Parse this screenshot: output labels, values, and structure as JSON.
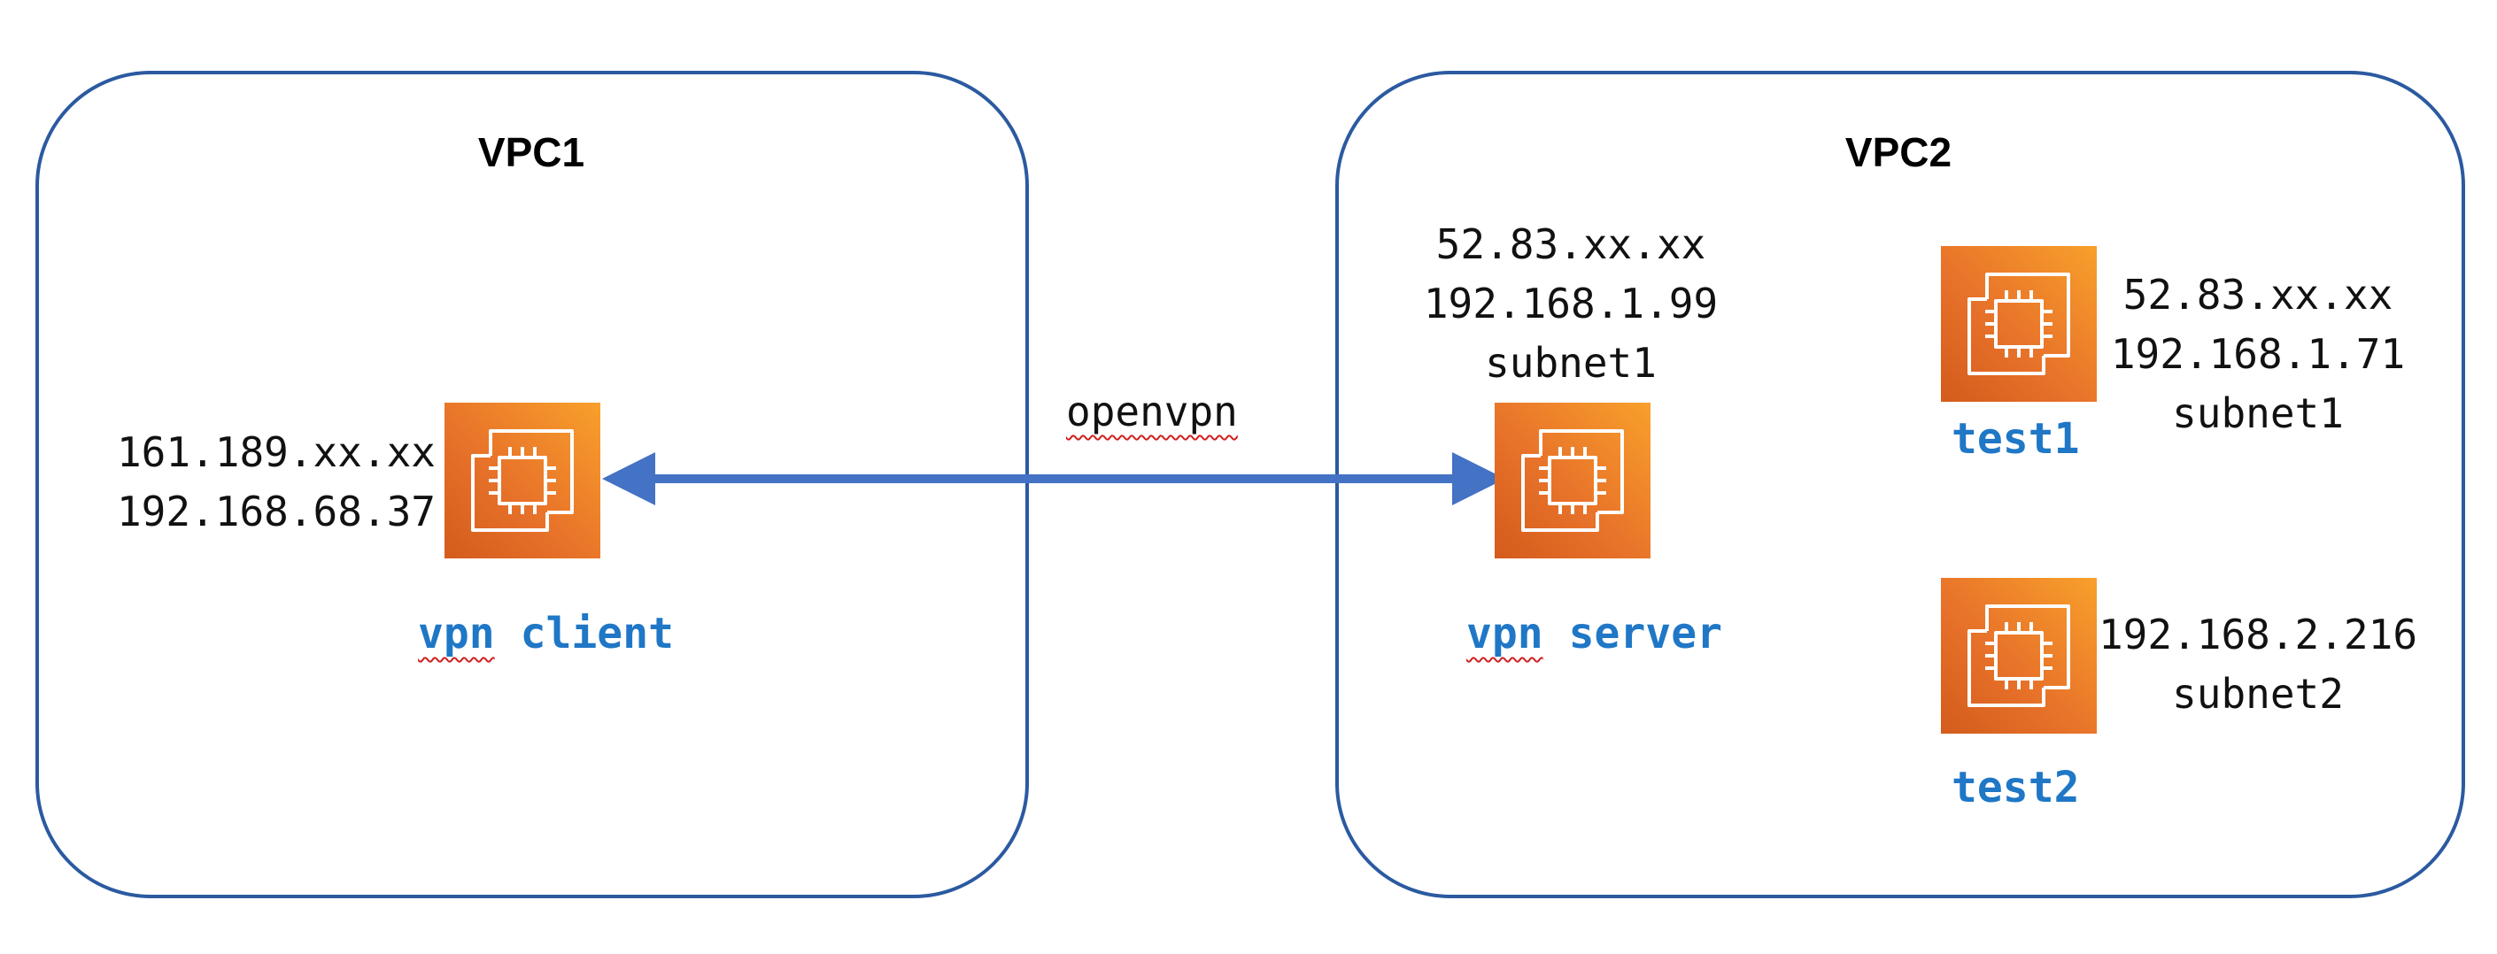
{
  "vpcs": [
    {
      "title": "VPC1"
    },
    {
      "title": "VPC2"
    }
  ],
  "connection": {
    "label": "openvpn"
  },
  "nodes": {
    "vpn_client": {
      "label_part1": "vpn",
      "label_part2": "client",
      "ip_lines": [
        "161.189.xx.xx",
        "192.168.68.37"
      ]
    },
    "vpn_server": {
      "label_part1": "vpn",
      "label_part2": "server",
      "ip_lines": [
        "52.83.xx.xx",
        "192.168.1.99",
        "subnet1"
      ]
    },
    "test1": {
      "label": "test1",
      "ip_lines": [
        "52.83.xx.xx",
        "192.168.1.71",
        "subnet1"
      ]
    },
    "test2": {
      "label": "test2",
      "ip_lines": [
        "192.168.2.216",
        "subnet2"
      ]
    }
  },
  "icon": "ec2-instance-icon",
  "colors": {
    "vpc_border": "#2b5aa0",
    "arrow": "#4472c4",
    "node_label": "#1f77c6",
    "ec2_orange": "#e8732a"
  }
}
